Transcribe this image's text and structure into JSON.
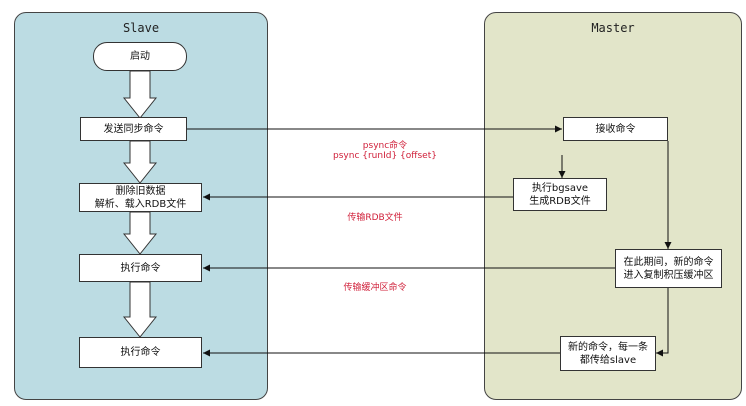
{
  "slave": {
    "title": "Slave",
    "start": "启动",
    "send_sync": "发送同步命令",
    "load_rdb": "删除旧数据\n解析、载入RDB文件",
    "exec1": "执行命令",
    "exec2": "执行命令"
  },
  "master": {
    "title": "Master",
    "receive": "接收命令",
    "bgsave": "执行bgsave\n生成RDB文件",
    "buffer": "在此期间，新的命令\n进入复制积压缓冲区",
    "new_cmd": "新的命令，每一条\n都传给slave"
  },
  "messages": {
    "psync_line1": "psync命令",
    "psync_line2": "psync {runId} {offset}",
    "transfer_rdb": "传输RDB文件",
    "transfer_buffer": "传输缓冲区命令"
  },
  "colors": {
    "slave_lane": "#bcdce3",
    "master_lane": "#e2e5c9",
    "label_red": "#d0203a"
  }
}
